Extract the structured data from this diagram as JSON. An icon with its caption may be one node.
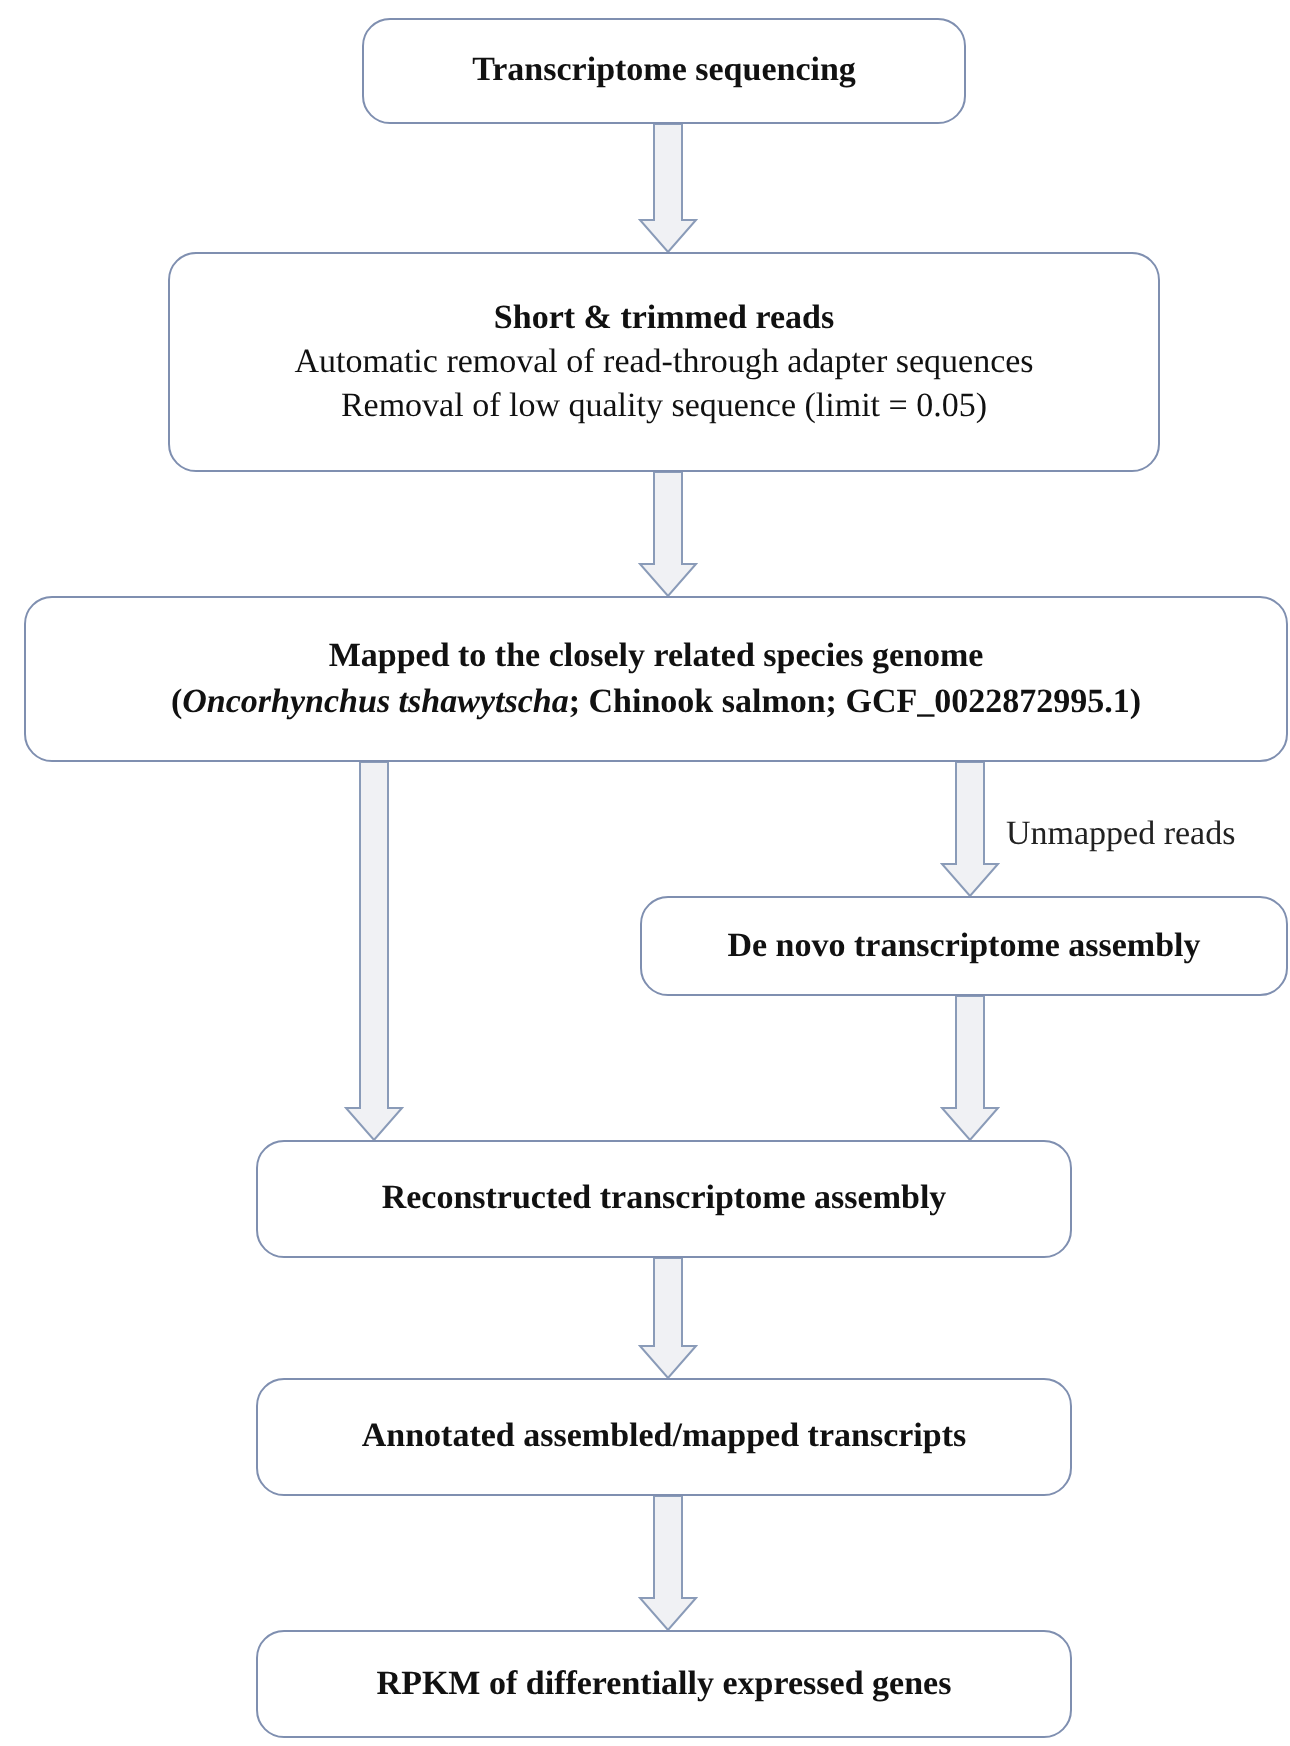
{
  "diagram": {
    "nodes": [
      {
        "text": [
          "Transcriptome sequencing"
        ]
      },
      {
        "text": [
          "Short & trimmed reads",
          "Automatic removal of read-through adapter sequences",
          "Removal of low quality sequence (limit = 0.05)"
        ]
      },
      {
        "text": [
          "Mapped to the closely related species genome",
          "(*Oncorhynchus tshawytscha*; Chinook salmon; GCF_0022872995.1)"
        ]
      },
      {
        "text": [
          "De novo transcriptome assembly"
        ]
      },
      {
        "text": [
          "Reconstructed transcriptome assembly"
        ]
      },
      {
        "text": [
          "Annotated assembled/mapped transcripts"
        ]
      },
      {
        "text": [
          "RPKM of differentially expressed genes"
        ]
      }
    ],
    "edges": [
      {
        "from": 0,
        "to": 1,
        "arrow": "to"
      },
      {
        "from": 1,
        "to": 2,
        "arrow": "to"
      },
      {
        "from": 2,
        "to": 4,
        "arrow": "to"
      },
      {
        "from": 2,
        "to": 3,
        "arrow": "to",
        "label": "Unmapped reads"
      },
      {
        "from": 3,
        "to": 4,
        "arrow": "to"
      },
      {
        "from": 4,
        "to": 5,
        "arrow": "to"
      },
      {
        "from": 5,
        "to": 6,
        "arrow": "to"
      }
    ]
  }
}
